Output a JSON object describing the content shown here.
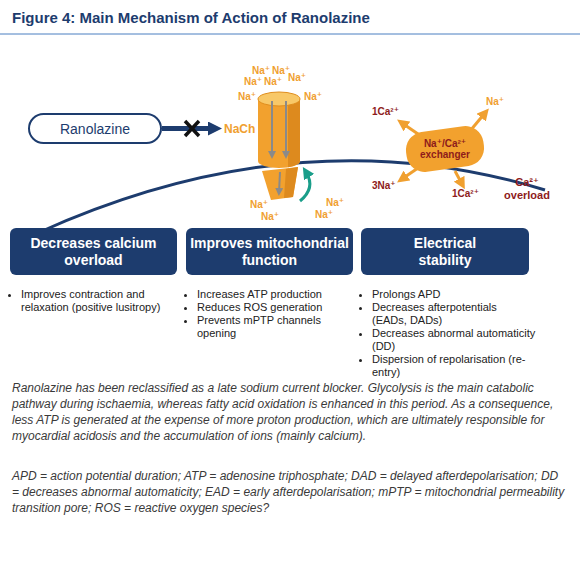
{
  "diagram": {
    "title": "Figure 4: Main Mechanism of Action of Ranolazine",
    "caption": "Ranolazine has been reclassified as a late sodium current blocker. Glycolysis is the main catabolic pathway during ischaemia, whereas fatty acid oxidation is enhanced in this period. As a consequence, less ATP is generated at the expense of more proton production, which are ultimately responsible for myocardial acidosis and the accumulation of ions (mainly calcium).",
    "nodes": [
      {
        "text": [
          "Ranolazine"
        ]
      },
      {
        "text": [
          "NaCh"
        ]
      },
      {
        "text": [
          "Na⁺/Ca²⁺ exchanger"
        ]
      },
      {
        "text": [
          "Decreases calcium overload"
        ]
      },
      {
        "text": [
          "Improves mitochondrial function"
        ]
      },
      {
        "text": [
          "Electrical stability"
        ]
      }
    ],
    "edges": [
      {
        "from": 0,
        "to": 1,
        "arrow": "to"
      }
    ],
    "labels": [
      "Na⁺",
      "Na⁺",
      "Na⁺",
      "Na⁺",
      "Na⁺",
      "Na⁺",
      "Na⁺",
      "Na⁺",
      "Na⁺",
      "Na⁺",
      "Na⁺",
      "1Ca²⁺",
      "Na⁺",
      "3Na⁺",
      "1Ca²⁺",
      "Ca²⁺ overload",
      "Improves contraction and relaxation (positive lusitropy)",
      "Increases ATP production",
      "Reduces ROS generation",
      "Prevents mPTP channels opening",
      "Prolongs APD",
      "Decreases afterpotentials (EADs, DADs)",
      "Decreases abnormal automaticity (DD)",
      "Dispersion of repolarisation (re-entry)",
      "APD = action potential duration; ATP = adenosine triphosphate; DAD = delayed afterdepolarisation; DD = decreases abnormal automaticity; EAD = early afterdepolarisation; mPTP = mitochondrial permeability transition pore; ROS = reactive oxygen species?"
    ]
  }
}
